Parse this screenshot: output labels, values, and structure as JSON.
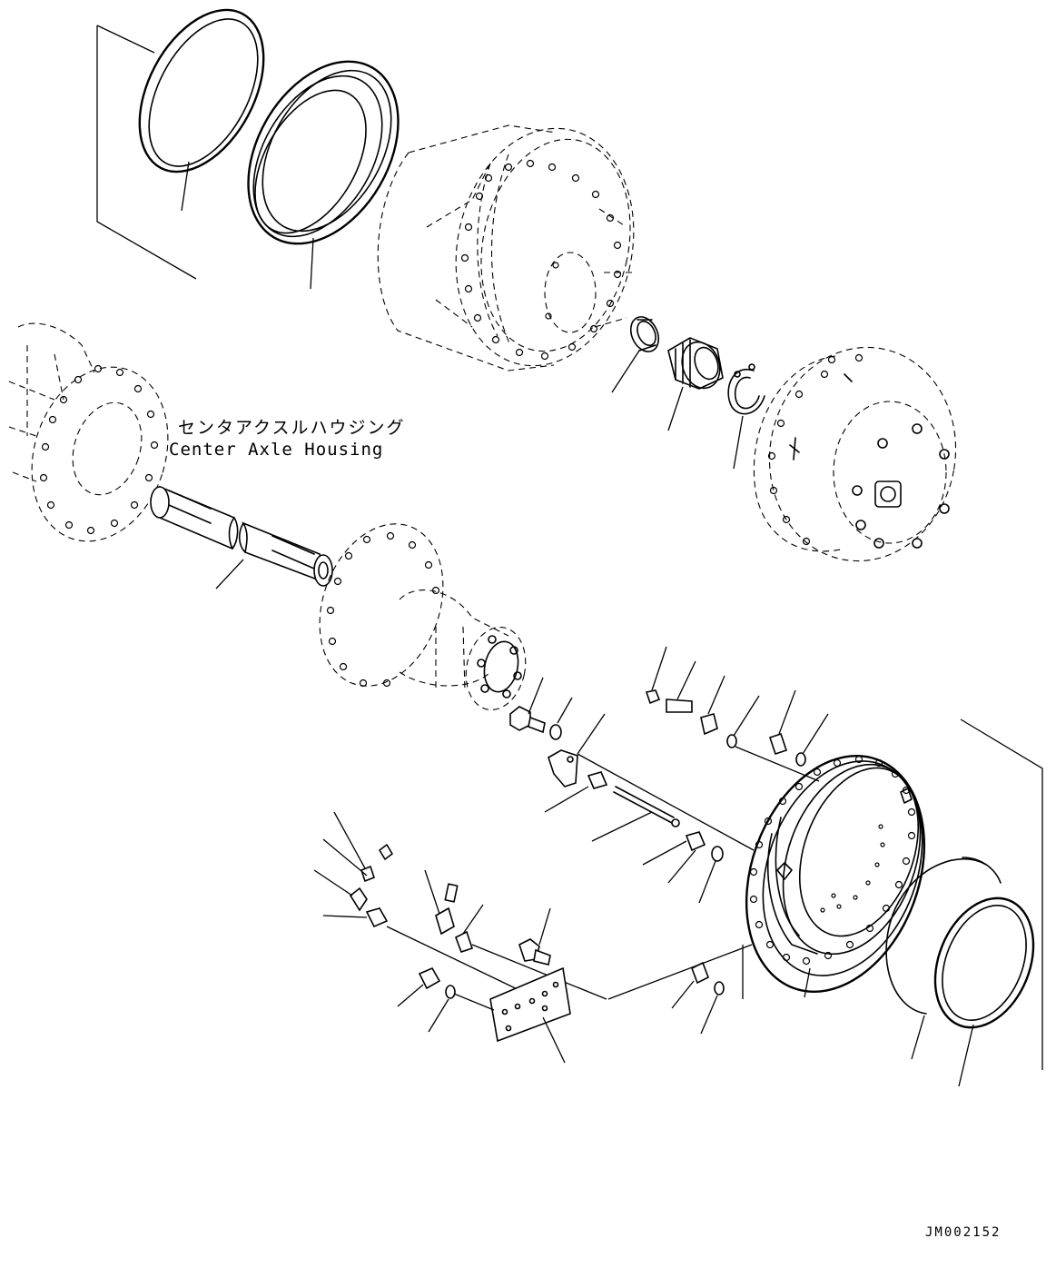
{
  "labels": {
    "housing_jp": "センタアクスルハウジング",
    "housing_en": "Center Axle Housing"
  },
  "drawing_code": "JM002152",
  "colors": {
    "ink": "#000000",
    "paper": "#ffffff"
  }
}
